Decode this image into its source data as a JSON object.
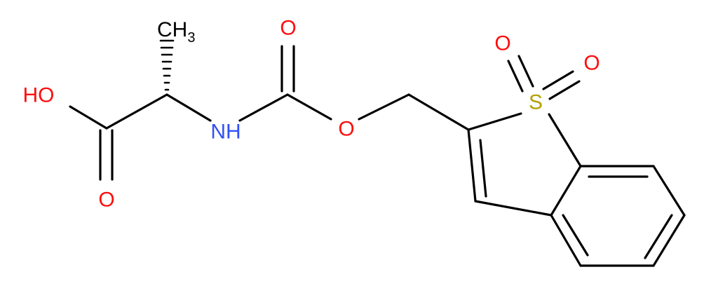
{
  "colors": {
    "bond": "#000000",
    "oxygen": "#ff0d0d",
    "nitrogen": "#3050f8",
    "sulfur": "#b2a100",
    "carbon": "#000000",
    "background": "#ffffff"
  },
  "labels": {
    "hydroxyl": "HO",
    "acid_carbonyl_o": "O",
    "methyl_main": "CH",
    "methyl_sub": "3",
    "amine": "NH",
    "carbamate_carbonyl_o": "O",
    "ester_o": "O",
    "sulfonyl_o_1": "O",
    "sulfonyl_o_2": "O",
    "sulfur": "S"
  }
}
